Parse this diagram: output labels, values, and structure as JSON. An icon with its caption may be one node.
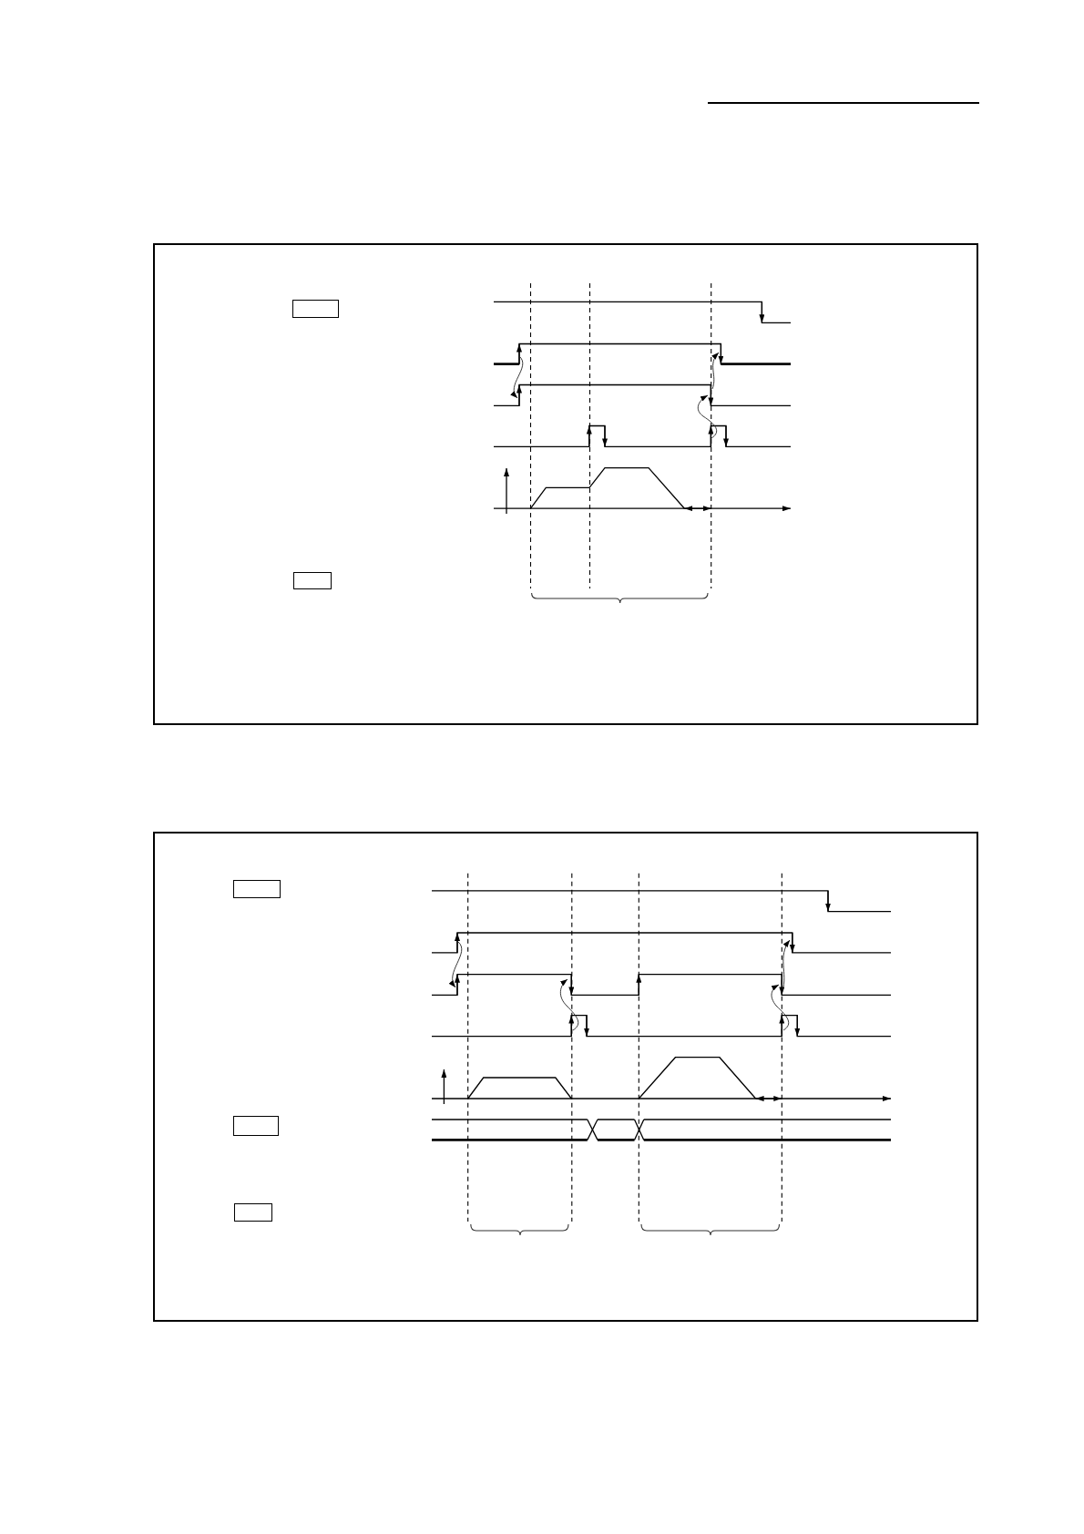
{
  "diagram": {
    "nodes": [
      {
        "text": [],
        "shape": "box"
      },
      {
        "text": [],
        "shape": "box",
        "in": 0
      },
      {
        "text": [],
        "shape": "box",
        "in": 0
      },
      {
        "text": [],
        "shape": "box"
      },
      {
        "text": [],
        "shape": "box",
        "in": 3
      },
      {
        "text": [],
        "shape": "box",
        "in": 3
      },
      {
        "text": [],
        "shape": "box",
        "in": 3
      }
    ]
  }
}
